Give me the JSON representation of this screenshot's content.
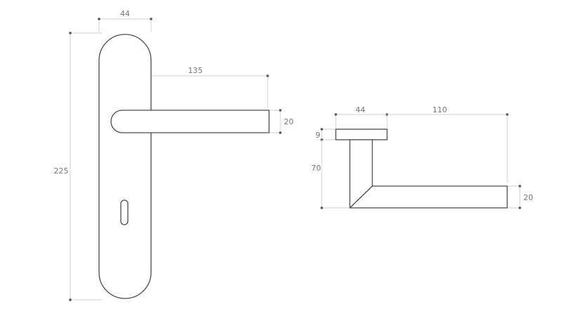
{
  "front_view": {
    "plate_width": "44",
    "plate_height": "225",
    "lever_length": "135",
    "lever_thickness": "20"
  },
  "side_view": {
    "rose_diameter": "44",
    "lever_projection": "110",
    "rose_thickness": "9",
    "stem_height": "70",
    "lever_thickness": "20"
  }
}
